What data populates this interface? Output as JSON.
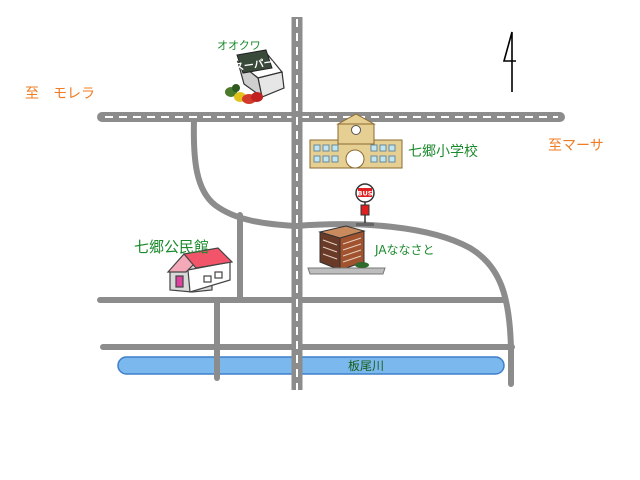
{
  "labels": {
    "to_morera": "至　モレラ",
    "to_marsa": "至マーサ",
    "ookuwa": "オオクワ",
    "super_sign": "スーパー",
    "school": "七郷小学校",
    "community_hall": "七郷公民館",
    "ja": "JAななさと",
    "river": "板尾川",
    "bus_sign": "BUS"
  },
  "colors": {
    "road": "#8c8c8c",
    "road_center": "#ffffff",
    "river": "#7ab8ee",
    "label_orange": "#f07c24",
    "label_green": "#1b8a2c"
  },
  "icons": [
    "north-arrow-icon",
    "supermarket-icon",
    "school-icon",
    "community-hall-icon",
    "ja-building-icon",
    "bus-stop-icon"
  ]
}
